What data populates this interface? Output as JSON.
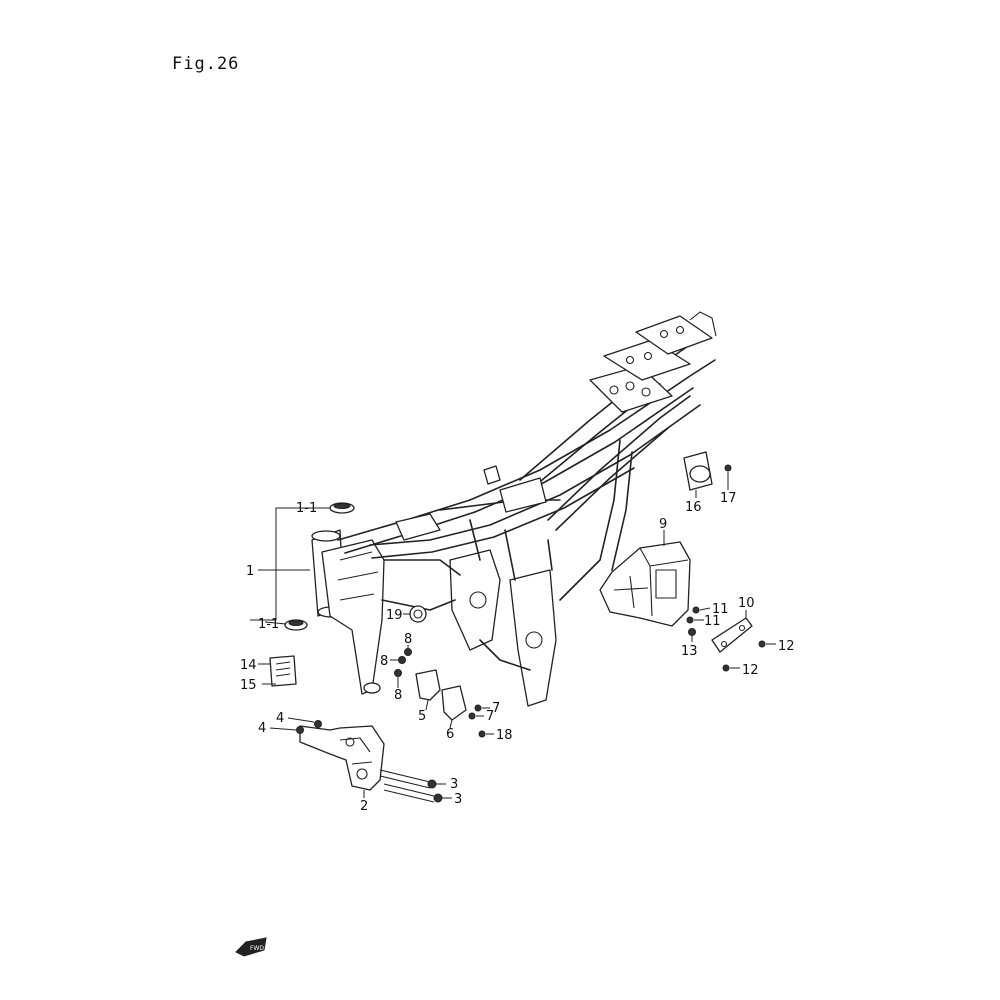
{
  "figure": {
    "title": "Fig.26"
  },
  "callouts": [
    {
      "id": "c-1-1-top",
      "text": "1-1"
    },
    {
      "id": "c-1",
      "text": "1"
    },
    {
      "id": "c-1-1-bot",
      "text": "1-1"
    },
    {
      "id": "c-14",
      "text": "14"
    },
    {
      "id": "c-15",
      "text": "15"
    },
    {
      "id": "c-19",
      "text": "19"
    },
    {
      "id": "c-8a",
      "text": "8"
    },
    {
      "id": "c-8b",
      "text": "8"
    },
    {
      "id": "c-8c",
      "text": "8"
    },
    {
      "id": "c-5",
      "text": "5"
    },
    {
      "id": "c-7a",
      "text": "7"
    },
    {
      "id": "c-7b",
      "text": "7"
    },
    {
      "id": "c-6",
      "text": "6"
    },
    {
      "id": "c-18",
      "text": "18"
    },
    {
      "id": "c-4a",
      "text": "4"
    },
    {
      "id": "c-4b",
      "text": "4"
    },
    {
      "id": "c-2",
      "text": "2"
    },
    {
      "id": "c-3a",
      "text": "3"
    },
    {
      "id": "c-3b",
      "text": "3"
    },
    {
      "id": "c-9",
      "text": "9"
    },
    {
      "id": "c-11a",
      "text": "11"
    },
    {
      "id": "c-11b",
      "text": "11"
    },
    {
      "id": "c-10",
      "text": "10"
    },
    {
      "id": "c-13",
      "text": "13"
    },
    {
      "id": "c-12a",
      "text": "12"
    },
    {
      "id": "c-12b",
      "text": "12"
    },
    {
      "id": "c-16",
      "text": "16"
    },
    {
      "id": "c-17",
      "text": "17"
    }
  ],
  "fwd_badge": "FWD"
}
